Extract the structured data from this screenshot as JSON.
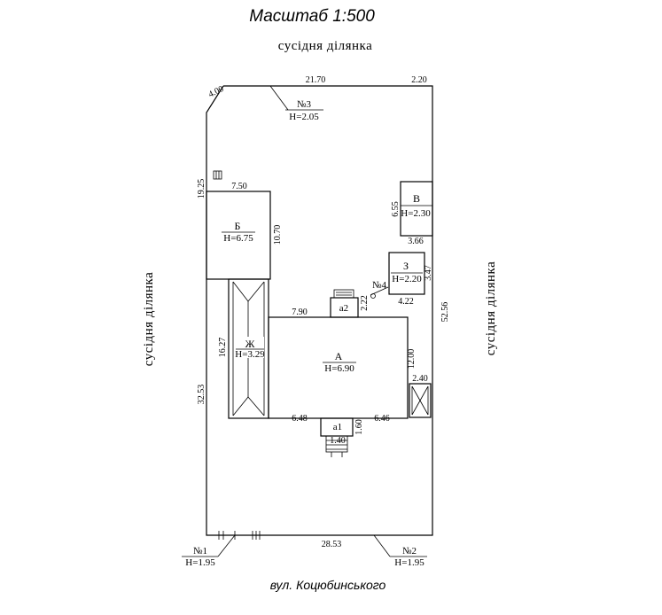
{
  "title": "Масштаб 1:500",
  "neighbor_plot": "сусідня ділянка",
  "street": "вул. Коцюбинського",
  "dimensions": {
    "top_left_corner": "4.00",
    "top": "21.70",
    "top_right": "2.20",
    "left_upper": "19.25",
    "left_lower": "32.53",
    "right": "52.56",
    "bottom": "28.53",
    "b_width": "7.50",
    "b_height": "10.70",
    "zh_height": "16.27",
    "a_width": "7.90",
    "a_height": "12.00",
    "a_bottom_left": "6.48",
    "a_bottom_right": "6.46",
    "a1_width": "1.40",
    "a1_depth": "1.60",
    "a2_depth": "2.22",
    "v_height": "6.55",
    "v_width": "3.66",
    "z_width": "4.22",
    "z_height": "3.47",
    "toilet_width": "2.40"
  },
  "buildings": {
    "A": {
      "letter": "А",
      "height": "Н=6.90"
    },
    "B": {
      "letter": "Б",
      "height": "Н=6.75"
    },
    "V": {
      "letter": "В",
      "height": "Н=2.30"
    },
    "Z": {
      "letter": "З",
      "height": "Н=2.20"
    },
    "Zh": {
      "letter": "Ж",
      "height": "Н=3.29"
    },
    "a1": {
      "letter": "а1"
    },
    "a2": {
      "letter": "а2"
    }
  },
  "points": [
    {
      "no": "№1",
      "height": "Н=1.95"
    },
    {
      "no": "№2",
      "height": "Н=1.95"
    },
    {
      "no": "№3",
      "height": "Н=2.05"
    },
    {
      "no": "№4"
    }
  ]
}
